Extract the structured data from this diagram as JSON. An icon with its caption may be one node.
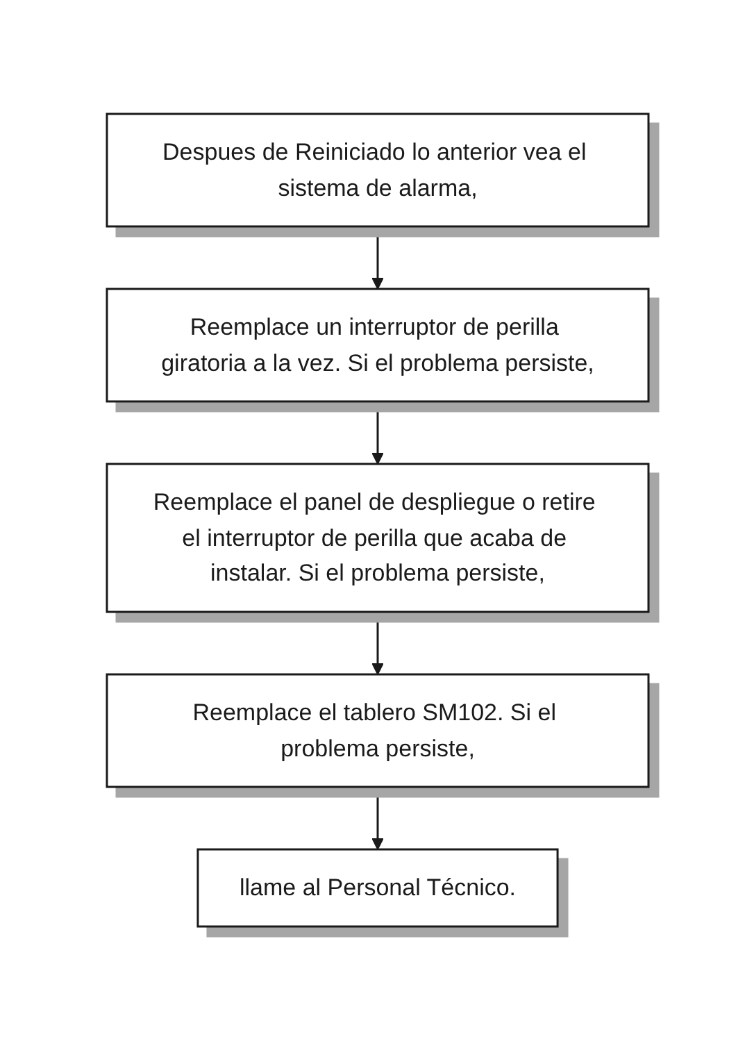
{
  "diagram": {
    "nodes": [
      {
        "text": [
          "Despues de Reiniciado lo anterior vea el sistema de alarma,"
        ]
      },
      {
        "text": [
          "Reemplace un interruptor de perilla giratoria a la vez. Si el problema persiste,"
        ]
      },
      {
        "text": [
          "Reemplace el panel de despliegue o retire el interruptor de perilla que acaba de instalar. Si el problema persiste,"
        ]
      },
      {
        "text": [
          "Reemplace el tablero SM102. Si el problema persiste,"
        ]
      },
      {
        "text": [
          "llame al Personal Técnico."
        ]
      }
    ],
    "edges": [
      {
        "from": 0,
        "to": 1,
        "arrow": "to"
      },
      {
        "from": 1,
        "to": 2,
        "arrow": "to"
      },
      {
        "from": 2,
        "to": 3,
        "arrow": "to"
      },
      {
        "from": 3,
        "to": 4,
        "arrow": "to"
      }
    ]
  }
}
